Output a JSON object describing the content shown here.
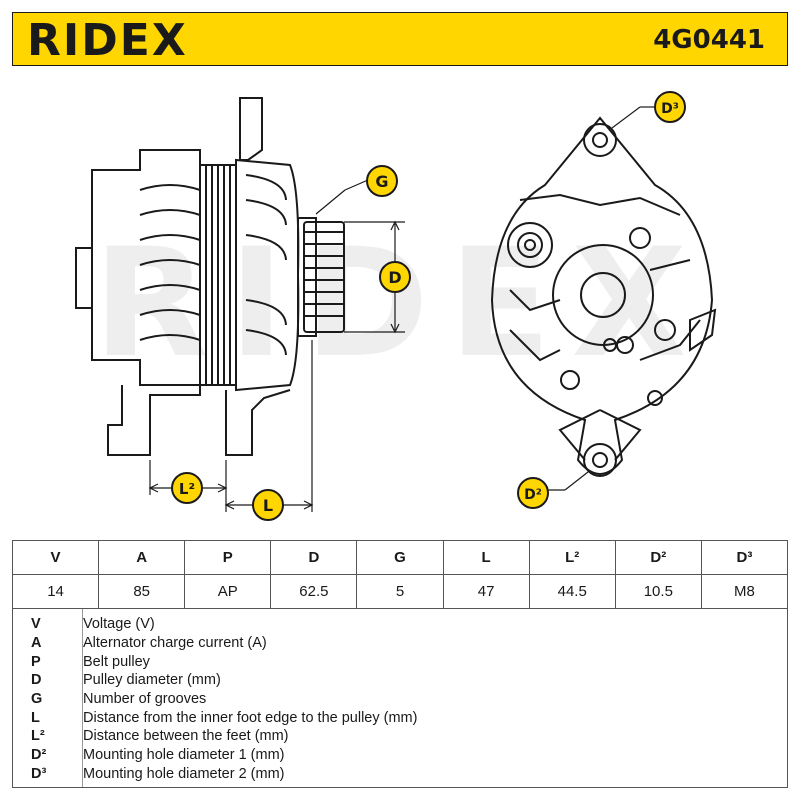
{
  "header": {
    "brand": "RIDEX",
    "part_number": "4G0441"
  },
  "watermark": "RIDEX",
  "callouts": {
    "G": "G",
    "D": "D",
    "D2": "D²",
    "D3": "D³",
    "L": "L",
    "L2": "L²"
  },
  "colors": {
    "accent": "#ffd600",
    "ink": "#1a1a1a"
  },
  "table": {
    "headers": [
      "V",
      "A",
      "P",
      "D",
      "G",
      "L",
      "L²",
      "D²",
      "D³"
    ],
    "values": [
      "14",
      "85",
      "AP",
      "62.5",
      "5",
      "47",
      "44.5",
      "10.5",
      "M8"
    ]
  },
  "legend": [
    {
      "key": "V",
      "desc": "Voltage (V)"
    },
    {
      "key": "A",
      "desc": "Alternator charge current (A)"
    },
    {
      "key": "P",
      "desc": "Belt pulley"
    },
    {
      "key": "D",
      "desc": "Pulley diameter (mm)"
    },
    {
      "key": "G",
      "desc": "Number of grooves"
    },
    {
      "key": "L",
      "desc": "Distance from the inner foot edge to the pulley (mm)"
    },
    {
      "key": "L²",
      "desc": "Distance between the feet (mm)"
    },
    {
      "key": "D²",
      "desc": "Mounting hole diameter 1 (mm)"
    },
    {
      "key": "D³",
      "desc": "Mounting hole diameter 2 (mm)"
    }
  ]
}
